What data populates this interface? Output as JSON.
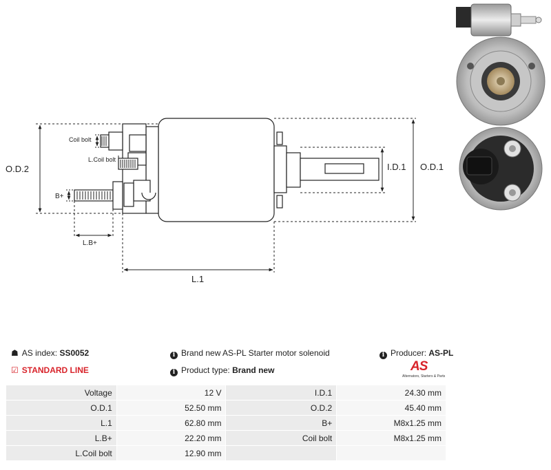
{
  "diagram": {
    "labels": {
      "od2": "O.D.2",
      "od1": "O.D.1",
      "id1": "I.D.1",
      "l1": "L.1",
      "lb": "L.B+",
      "bplus": "B+",
      "coil_bolt": "Coil bolt",
      "l_coil_bolt": "L.Coil bolt"
    }
  },
  "info": {
    "as_index_label": "AS index:",
    "as_index_value": "SS0052",
    "line": "STANDARD LINE",
    "description": "Brand new AS-PL Starter motor solenoid",
    "product_type_label": "Product type:",
    "product_type_value": "Brand new",
    "producer_label": "Producer:",
    "producer_value": "AS-PL"
  },
  "logo": {
    "mark": "AS",
    "tagline": "Alternators, Starters & Parts"
  },
  "specs": [
    {
      "k1": "Voltage",
      "v1": "12 V",
      "k2": "I.D.1",
      "v2": "24.30 mm"
    },
    {
      "k1": "O.D.1",
      "v1": "52.50 mm",
      "k2": "O.D.2",
      "v2": "45.40 mm"
    },
    {
      "k1": "L.1",
      "v1": "62.80 mm",
      "k2": "B+",
      "v2": "M8x1.25 mm"
    },
    {
      "k1": "L.B+",
      "v1": "22.20 mm",
      "k2": "Coil bolt",
      "v2": "M8x1.25 mm"
    },
    {
      "k1": "L.Coil bolt",
      "v1": "12.90 mm",
      "k2": "",
      "v2": ""
    }
  ]
}
